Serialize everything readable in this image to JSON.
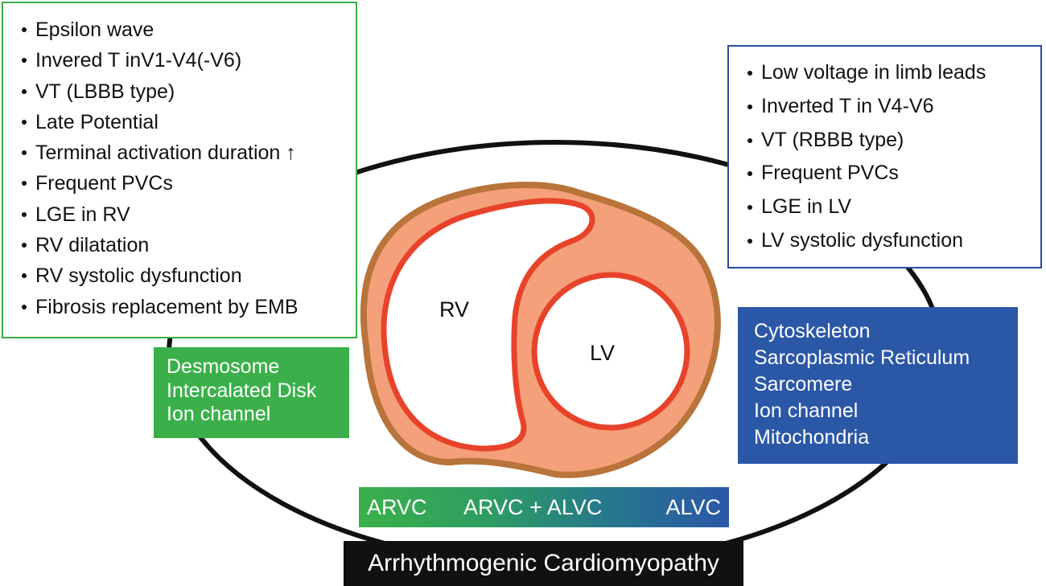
{
  "title": "Arrhythmogenic Cardiomyopathy",
  "colors": {
    "arvc_green": "#3bb04a",
    "alvc_blue": "#2b57a7",
    "myocardium_fill": "#f4a07a",
    "epicardium_border": "#b8743a",
    "endocardium_line": "#e8432a"
  },
  "heart": {
    "rv_label": "RV",
    "lv_label": "LV"
  },
  "arvc_findings": [
    "Epsilon wave",
    "Invered T inV1-V4(-V6)",
    "VT (LBBB type)",
    "Late Potential",
    "Terminal activation duration ↑",
    "Frequent PVCs",
    "LGE in RV",
    "RV dilatation",
    "RV systolic dysfunction",
    "Fibrosis replacement by EMB"
  ],
  "alvc_findings": [
    "Low voltage in limb leads",
    "Inverted T in V4-V6",
    "VT (RBBB type)",
    "Frequent PVCs",
    "LGE in LV",
    "LV systolic dysfunction"
  ],
  "arvc_genes": [
    "Desmosome",
    "Intercalated Disk",
    "Ion channel"
  ],
  "alvc_genes": [
    "Cytoskeleton",
    "Sarcoplasmic Reticulum",
    "Sarcomere",
    "Ion channel",
    "Mitochondria"
  ],
  "spectrum": {
    "left": "ARVC",
    "middle": "ARVC + ALVC",
    "right": "ALVC"
  }
}
